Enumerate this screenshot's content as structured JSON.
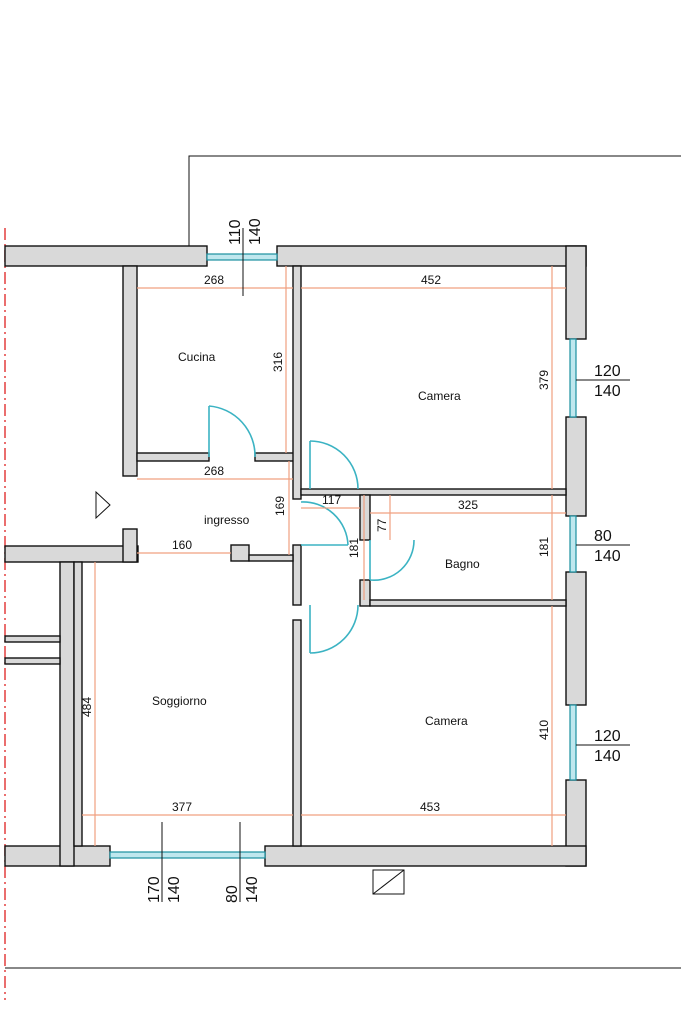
{
  "rooms": {
    "cucina": "Cucina",
    "camera_top": "Camera",
    "ingresso": "ingresso",
    "bagno": "Bagno",
    "soggiorno": "Soggiorno",
    "camera_bottom": "Camera"
  },
  "dimensions": {
    "cucina_w_top": "268",
    "cucina_w_bottom": "268",
    "cucina_h": "316",
    "camera_top_w": "452",
    "camera_top_h": "379",
    "ingresso_h": "169",
    "ingresso_w": "160",
    "corridor_w": "117",
    "corridor_h": "181",
    "bagno_small": "77",
    "bagno_w": "325",
    "bagno_h": "181",
    "soggiorno_h": "484",
    "soggiorno_w": "377",
    "camera_bottom_w": "453",
    "camera_bottom_h": "410"
  },
  "windows": {
    "kitchen": {
      "width": "110",
      "height": "140"
    },
    "camera_top": {
      "width": "120",
      "height": "140"
    },
    "bagno": {
      "width": "80",
      "height": "140"
    },
    "camera_bottom": {
      "width": "120",
      "height": "140"
    },
    "soggiorno_left": {
      "width": "170",
      "height": "140"
    },
    "soggiorno_right": {
      "width": "80",
      "height": "140"
    }
  },
  "colors": {
    "wall_fill": "#d9d9d9",
    "dimension_line": "#f0a080",
    "door_swing": "#3bb3c3",
    "axis_line": "#e03030"
  },
  "icons": [
    "entrance-arrow-icon",
    "stair-icon"
  ]
}
